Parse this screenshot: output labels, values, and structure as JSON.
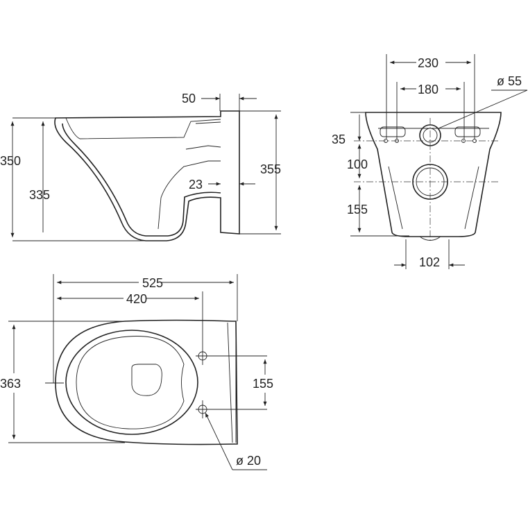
{
  "title": "Wall-hung toilet dimension drawing",
  "side_view": {
    "d50": "50",
    "d350": "350",
    "d335": "335",
    "d23": "23",
    "d355": "355"
  },
  "front_view": {
    "d230": "230",
    "d180": "180",
    "d55": "ø 55",
    "d35": "35",
    "d100": "100",
    "d155": "155",
    "d102": "102"
  },
  "top_view": {
    "d525": "525",
    "d420": "420",
    "d363": "363",
    "d155": "155",
    "d20": "ø 20"
  }
}
